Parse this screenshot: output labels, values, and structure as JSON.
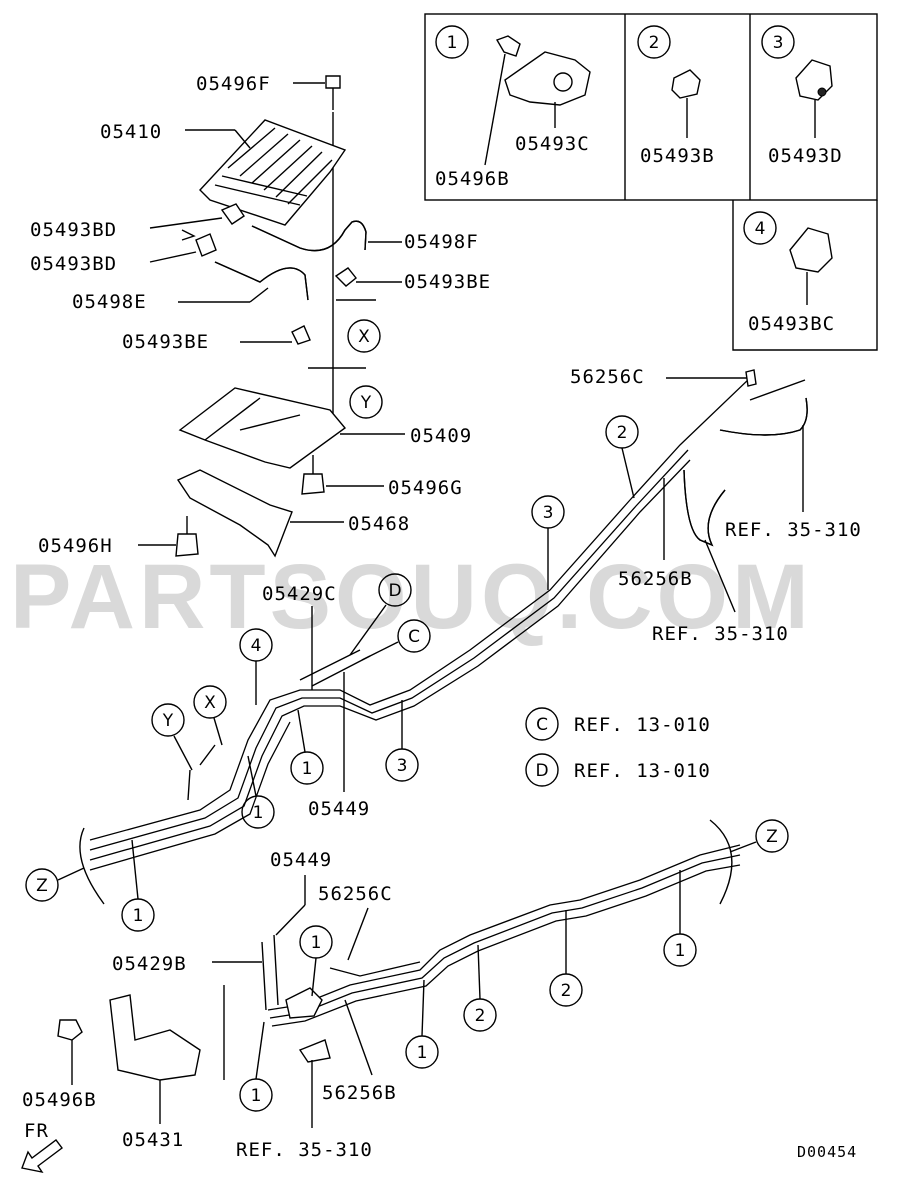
{
  "watermark": "PARTSOUQ.COM",
  "drawing_code": "D00454",
  "direction_label": "FR",
  "detail_boxes": [
    {
      "number": "1",
      "parts": [
        "05493C",
        "05496B"
      ]
    },
    {
      "number": "2",
      "parts": [
        "05493B"
      ]
    },
    {
      "number": "3",
      "parts": [
        "05493D"
      ]
    },
    {
      "number": "4",
      "parts": [
        "05493BC"
      ]
    }
  ],
  "part_labels": {
    "p05496F": "05496F",
    "p05410": "05410",
    "p05493BD_a": "05493BD",
    "p05493BD_b": "05493BD",
    "p05498F": "05498F",
    "p05493BE_a": "05493BE",
    "p05498E": "05498E",
    "p05493BE_b": "05493BE",
    "p05409": "05409",
    "p05496G": "05496G",
    "p05468": "05468",
    "p05496H": "05496H",
    "p56256C_top": "56256C",
    "p56256B_top": "56256B",
    "p05429C": "05429C",
    "p05449_mid": "05449",
    "p05449_low": "05449",
    "p56256C_low": "56256C",
    "p05429B": "05429B",
    "p05496B_low": "05496B",
    "p05431": "05431",
    "p56256B_low": "56256B"
  },
  "references": {
    "ref_35310_a": "REF. 35-310",
    "ref_35310_b": "REF. 35-310",
    "ref_35310_c": "REF. 35-310",
    "ref_c": "REF. 13-010",
    "ref_d": "REF. 13-010"
  },
  "markers": {
    "X": "X",
    "Y": "Y",
    "Z": "Z",
    "C": "C",
    "D": "D",
    "one": "1",
    "two": "2",
    "three": "3",
    "four": "4"
  }
}
